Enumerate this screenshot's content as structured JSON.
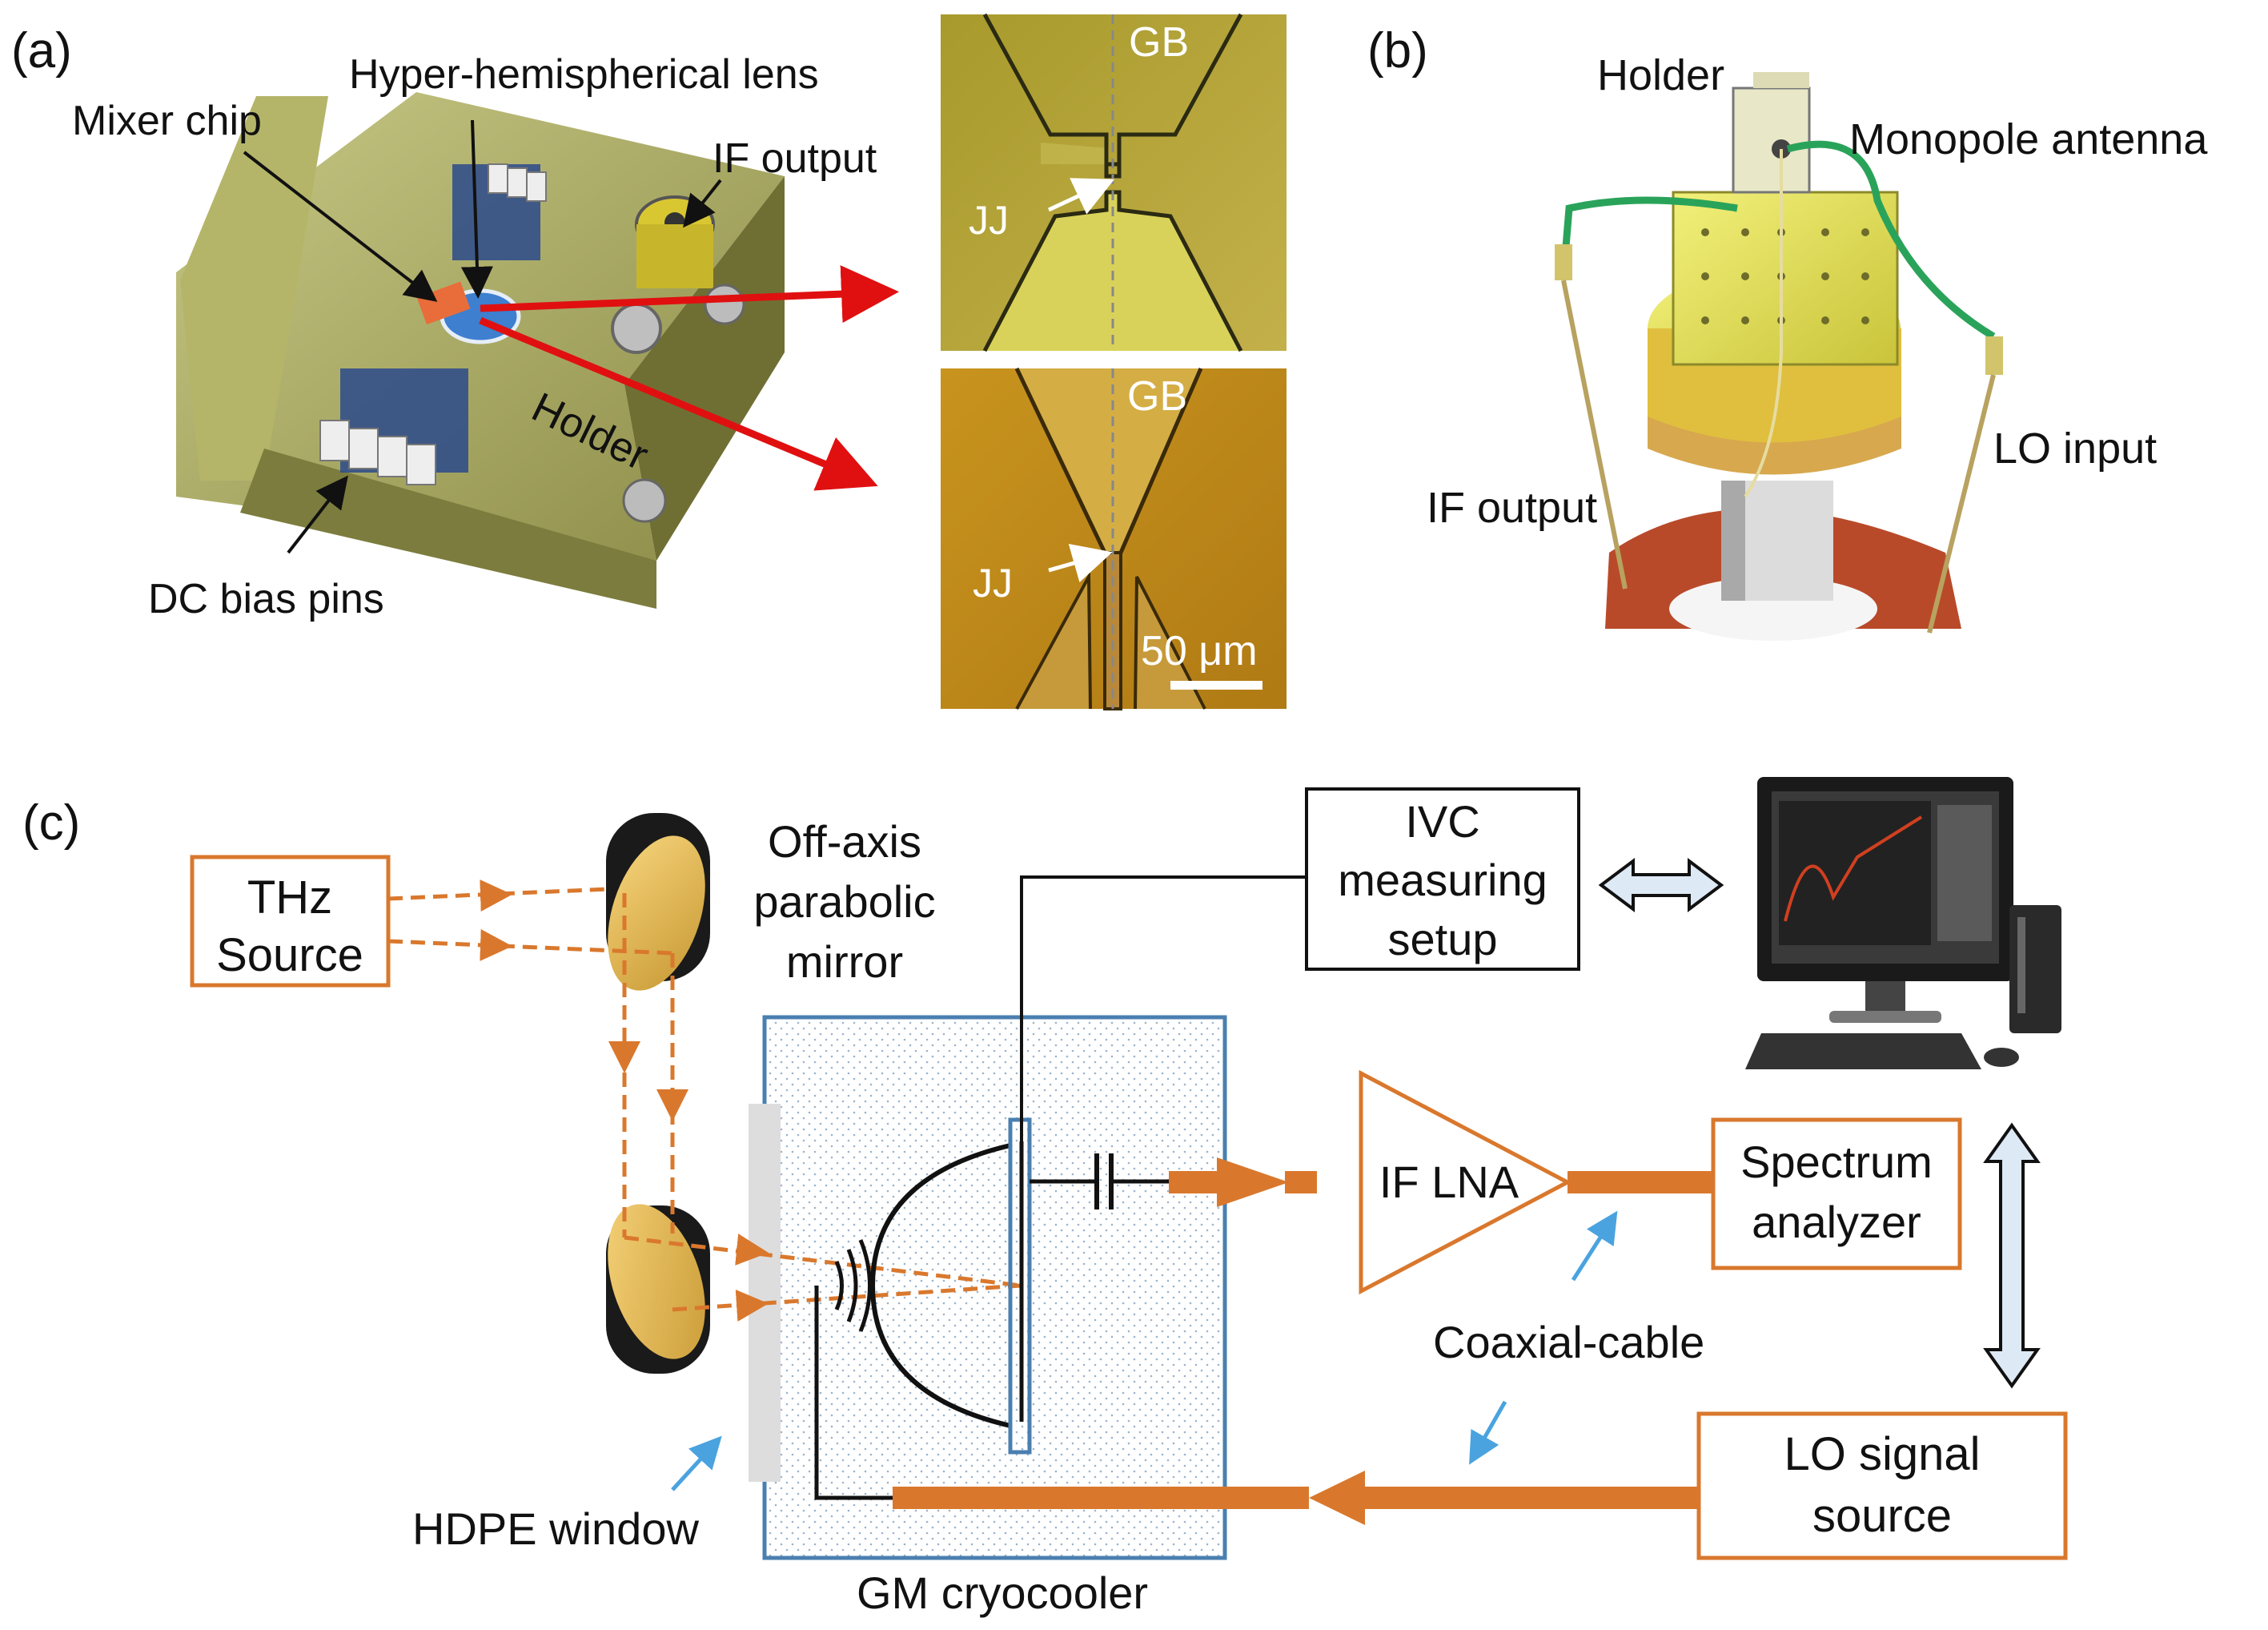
{
  "panel_a": {
    "label": "(a)",
    "mixer_chip": "Mixer chip",
    "lens": "Hyper-hemispherical  lens",
    "if_output": "IF output",
    "holder": "Holder",
    "dc_bias": "DC bias pins",
    "micro_top": {
      "gb": "GB",
      "jj": "JJ"
    },
    "micro_bottom": {
      "gb": "GB",
      "jj": "JJ",
      "scale": "50 μm"
    }
  },
  "panel_b": {
    "label": "(b)",
    "holder": "Holder",
    "antenna": "Monopole antenna",
    "lo_input": "LO input",
    "if_output": "IF output"
  },
  "panel_c": {
    "label": "(c)",
    "thz_source": [
      "THz",
      "Source"
    ],
    "mirror": [
      "Off-axis",
      "parabolic",
      "mirror"
    ],
    "ivc": [
      "IVC",
      "measuring",
      "setup"
    ],
    "if_lna": "IF LNA",
    "spectrum": [
      "Spectrum",
      "analyzer"
    ],
    "coax": "Coaxial-cable",
    "lo_source": [
      "LO signal",
      "source"
    ],
    "hdpe": "HDPE window",
    "cryocooler": "GM cryocooler"
  },
  "colors": {
    "orange": "#d9782d",
    "blue_outline": "#4a7fb0",
    "gold_photo": "#b89a2a",
    "arrow_red": "#e01010",
    "arrow_blue": "#4aa3df"
  }
}
